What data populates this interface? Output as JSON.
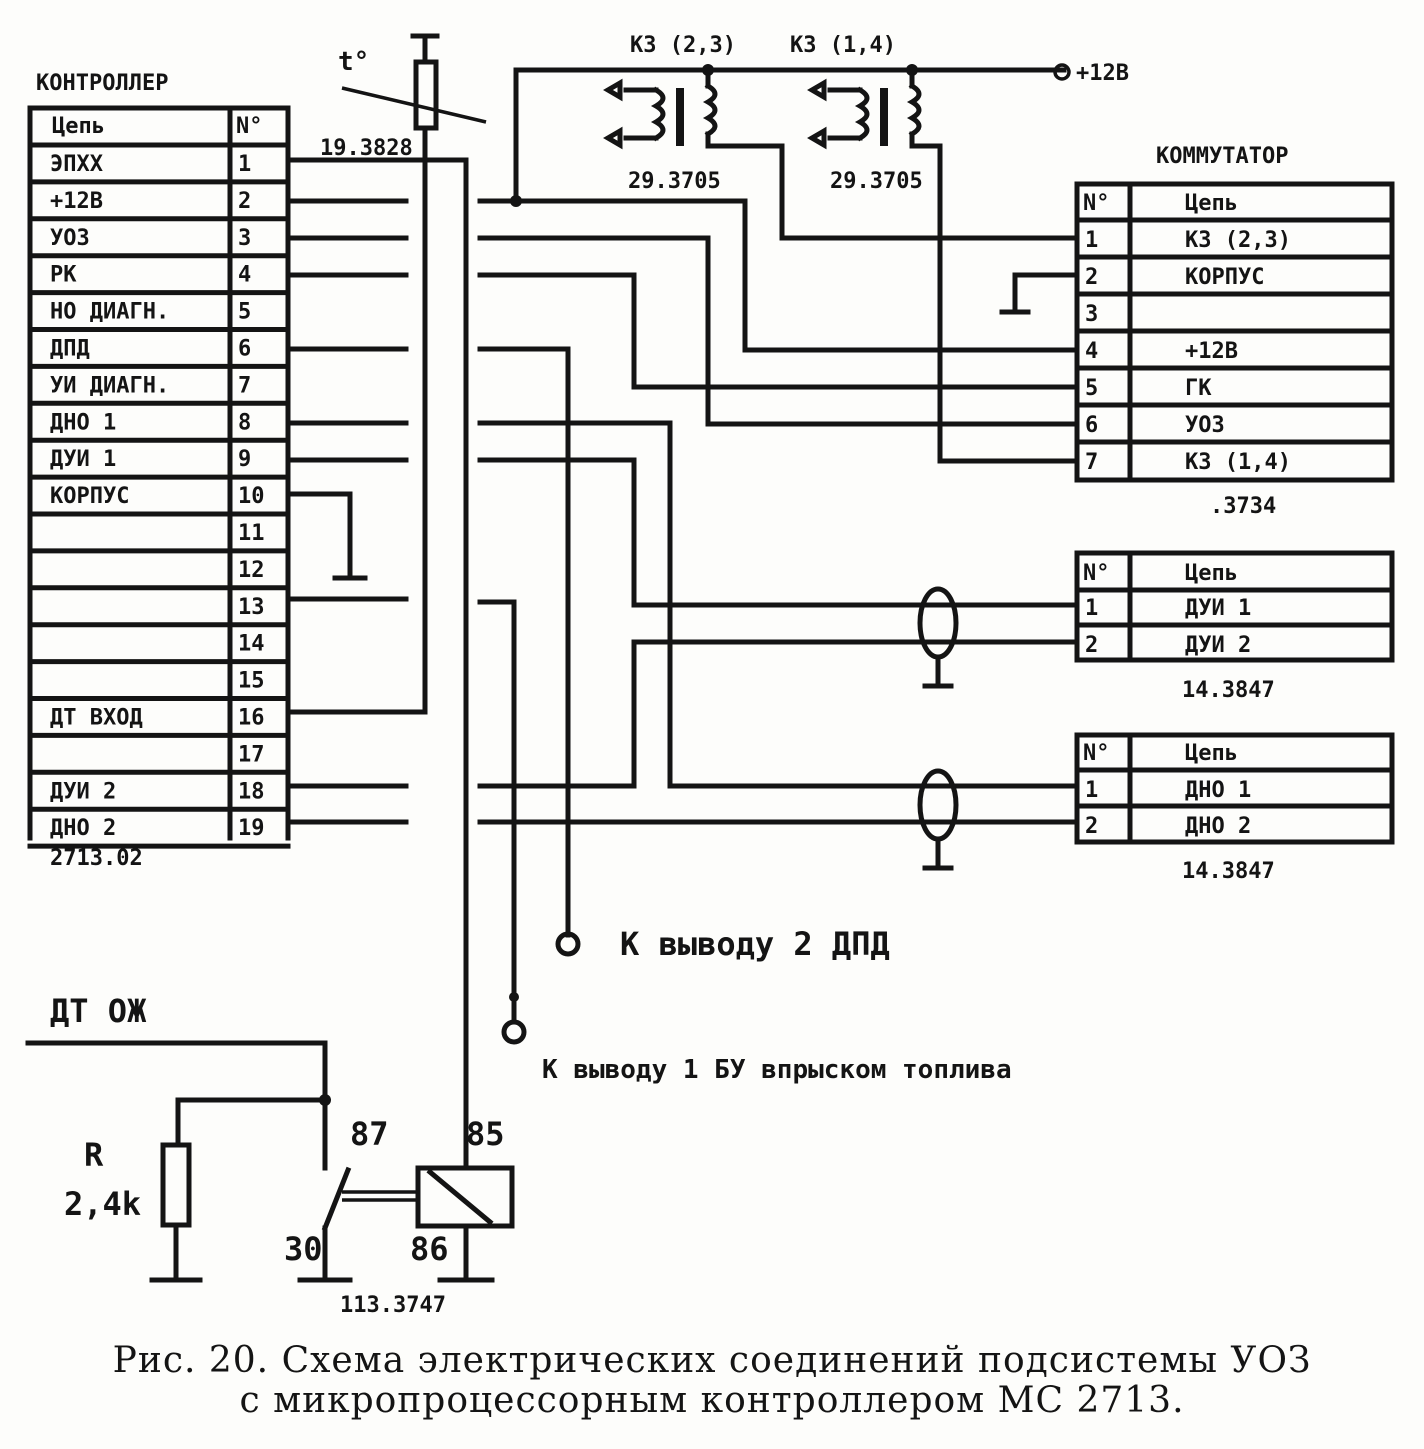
{
  "controller": {
    "title": "КОНТРОЛЛЕР",
    "col_circuit": "Цепь",
    "col_no": "N°",
    "rows": [
      {
        "circuit": "ЭПХХ",
        "no": "1"
      },
      {
        "circuit": "+12В",
        "no": "2"
      },
      {
        "circuit": "УОЗ",
        "no": "3"
      },
      {
        "circuit": "РК",
        "no": "4"
      },
      {
        "circuit": "НО ДИАГН.",
        "no": "5"
      },
      {
        "circuit": "ДПД",
        "no": "6"
      },
      {
        "circuit": "УИ ДИАГН.",
        "no": "7"
      },
      {
        "circuit": "ДНО 1",
        "no": "8"
      },
      {
        "circuit": "ДУИ 1",
        "no": "9"
      },
      {
        "circuit": "КОРПУС",
        "no": "10"
      },
      {
        "circuit": "",
        "no": "11"
      },
      {
        "circuit": "",
        "no": "12"
      },
      {
        "circuit": "",
        "no": "13"
      },
      {
        "circuit": "",
        "no": "14"
      },
      {
        "circuit": "",
        "no": "15"
      },
      {
        "circuit": "ДТ ВХОД",
        "no": "16"
      },
      {
        "circuit": "",
        "no": "17"
      },
      {
        "circuit": "ДУИ 2",
        "no": "18"
      },
      {
        "circuit": "ДНО 2",
        "no": "19"
      }
    ],
    "part_no": "2713.02"
  },
  "temp_sensor": {
    "symbol": "t°",
    "part_no": "19.3828"
  },
  "coils": {
    "coil_a": {
      "label": "КЗ (2,3)",
      "part_no": "29.3705"
    },
    "coil_b": {
      "label": "КЗ (1,4)",
      "part_no": "29.3705"
    },
    "supply": "+12В"
  },
  "commutator": {
    "title": "КОММУТАТОР",
    "col_no": "N°",
    "col_circuit": "Цепь",
    "rows": [
      {
        "no": "1",
        "circuit": "КЗ (2,3)"
      },
      {
        "no": "2",
        "circuit": "КОРПУС"
      },
      {
        "no": "3",
        "circuit": ""
      },
      {
        "no": "4",
        "circuit": "+12В"
      },
      {
        "no": "5",
        "circuit": "ГК"
      },
      {
        "no": "6",
        "circuit": "УОЗ"
      },
      {
        "no": "7",
        "circuit": "КЗ (1,4)"
      }
    ],
    "part_no": ".3734"
  },
  "sensor_dui": {
    "col_no": "N°",
    "col_circuit": "Цепь",
    "rows": [
      {
        "no": "1",
        "circuit": "ДУИ 1"
      },
      {
        "no": "2",
        "circuit": "ДУИ 2"
      }
    ],
    "part_no": "14.3847"
  },
  "sensor_dno": {
    "col_no": "N°",
    "col_circuit": "Цепь",
    "rows": [
      {
        "no": "1",
        "circuit": "ДНО 1"
      },
      {
        "no": "2",
        "circuit": "ДНО 2"
      }
    ],
    "part_no": "14.3847"
  },
  "terminals": {
    "dpd": "К выводу 2 ДПД",
    "bu": "К выводу 1 БУ впрыском топлива"
  },
  "relay_section": {
    "input": "ДТ ОЖ",
    "resistor_name": "R",
    "resistor_value": "2,4k",
    "pin_87": "87",
    "pin_85": "85",
    "pin_30": "30",
    "pin_86": "86",
    "relay_part_no": "113.3747"
  },
  "caption": {
    "line1": "Рис. 20. Схема электрических соединений подсистемы УОЗ",
    "line2": "с микропроцессорным контроллером МС 2713."
  }
}
